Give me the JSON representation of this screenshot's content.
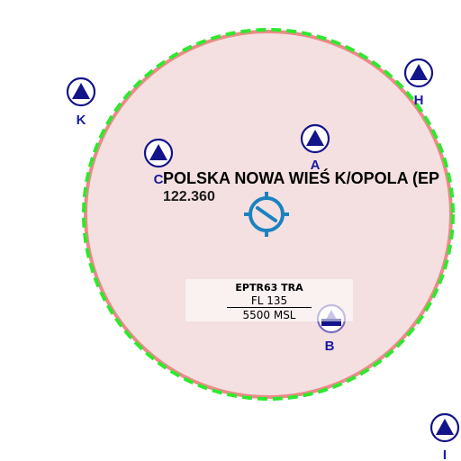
{
  "map": {
    "colors": {
      "zone_fill": "#f4e0e0",
      "zone_outline": "#ee8a8a",
      "zone_dashed_boundary": "#2ee82e",
      "aerodrome_symbol": "#1b82c0",
      "waypoint_symbol": "#14148a",
      "waypoint_label": "#1a1aa0"
    },
    "aerodrome": {
      "name": "POLSKA NOWA WIEŚ K/OPOLA (EP",
      "frequency": "122.360",
      "icon": "aerodrome-icon"
    },
    "airspace": {
      "name": "EPTR63 TRA",
      "upper_limit": "FL 135",
      "lower_limit": "5500 MSL"
    },
    "waypoints": [
      {
        "id": "K",
        "icon": "reporting-point-icon"
      },
      {
        "id": "H",
        "icon": "reporting-point-icon"
      },
      {
        "id": "C",
        "icon": "reporting-point-icon"
      },
      {
        "id": "A",
        "icon": "reporting-point-icon"
      },
      {
        "id": "B",
        "icon": "reporting-point-icon"
      },
      {
        "id": "I",
        "icon": "reporting-point-icon"
      }
    ]
  }
}
